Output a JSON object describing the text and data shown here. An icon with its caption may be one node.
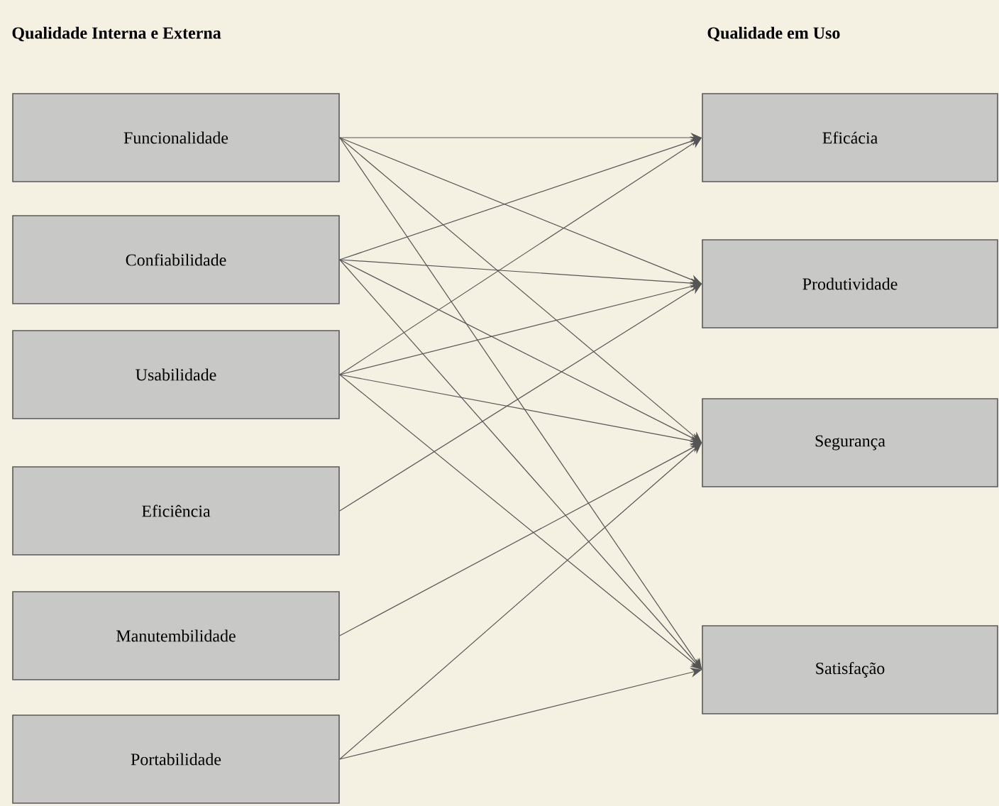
{
  "diagram": {
    "nodes": [
      {
        "text": [
          "Funcionalidade"
        ]
      },
      {
        "text": [
          "Confiabilidade"
        ]
      },
      {
        "text": [
          "Usabilidade"
        ]
      },
      {
        "text": [
          "Eficiência"
        ]
      },
      {
        "text": [
          "Manutembilidade"
        ]
      },
      {
        "text": [
          "Portabilidade"
        ]
      },
      {
        "text": [
          "Eficácia"
        ]
      },
      {
        "text": [
          "Produtividade"
        ]
      },
      {
        "text": [
          "Segurança"
        ]
      },
      {
        "text": [
          "Satisfação"
        ]
      }
    ],
    "edges": [
      {
        "from": 0,
        "to": 6,
        "arrow": "to"
      },
      {
        "from": 0,
        "to": 7,
        "arrow": "to"
      },
      {
        "from": 0,
        "to": 8,
        "arrow": "to"
      },
      {
        "from": 0,
        "to": 9,
        "arrow": "to"
      },
      {
        "from": 1,
        "to": 6,
        "arrow": "to"
      },
      {
        "from": 1,
        "to": 7,
        "arrow": "to"
      },
      {
        "from": 1,
        "to": 8,
        "arrow": "to"
      },
      {
        "from": 1,
        "to": 9,
        "arrow": "to"
      },
      {
        "from": 2,
        "to": 6,
        "arrow": "to"
      },
      {
        "from": 2,
        "to": 7,
        "arrow": "to"
      },
      {
        "from": 2,
        "to": 8,
        "arrow": "to"
      },
      {
        "from": 2,
        "to": 9,
        "arrow": "to"
      },
      {
        "from": 3,
        "to": 7,
        "arrow": "to"
      },
      {
        "from": 4,
        "to": 8,
        "arrow": "to"
      },
      {
        "from": 5,
        "to": 8,
        "arrow": "to"
      },
      {
        "from": 5,
        "to": 9,
        "arrow": "to"
      }
    ],
    "labels": [
      "Qualidade Interna e Externa",
      "Qualidade em Uso"
    ]
  }
}
